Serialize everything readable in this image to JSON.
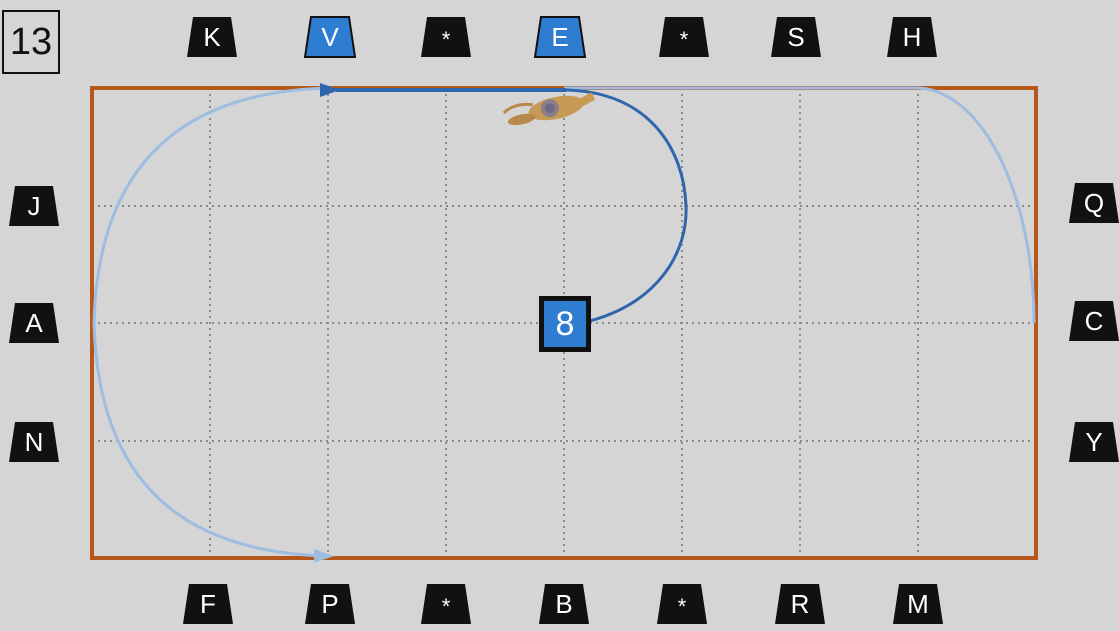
{
  "step_number": "13",
  "figure_number": "8",
  "colors": {
    "background": "#d6d5d5",
    "arena_border": "#b5561a",
    "grid": "#8a8a8a",
    "letter_black": "#111111",
    "letter_blue": "#2f7dd1",
    "current_path": "#2f65ad",
    "previous_path": "#9fbde0",
    "horse": "#c69a55"
  },
  "letters": {
    "top": [
      {
        "label": "K",
        "highlight": false
      },
      {
        "label": "V",
        "highlight": true
      },
      {
        "label": "*",
        "highlight": false
      },
      {
        "label": "E",
        "highlight": true
      },
      {
        "label": "*",
        "highlight": false
      },
      {
        "label": "S",
        "highlight": false
      },
      {
        "label": "H",
        "highlight": false
      }
    ],
    "bottom": [
      {
        "label": "F",
        "highlight": false
      },
      {
        "label": "P",
        "highlight": false
      },
      {
        "label": "*",
        "highlight": false
      },
      {
        "label": "B",
        "highlight": false
      },
      {
        "label": "*",
        "highlight": false
      },
      {
        "label": "R",
        "highlight": false
      },
      {
        "label": "M",
        "highlight": false
      }
    ],
    "left": [
      {
        "label": "J",
        "highlight": false
      },
      {
        "label": "A",
        "highlight": false
      },
      {
        "label": "N",
        "highlight": false
      }
    ],
    "right": [
      {
        "label": "Q",
        "highlight": false
      },
      {
        "label": "C",
        "highlight": false
      },
      {
        "label": "Y",
        "highlight": false
      }
    ]
  }
}
